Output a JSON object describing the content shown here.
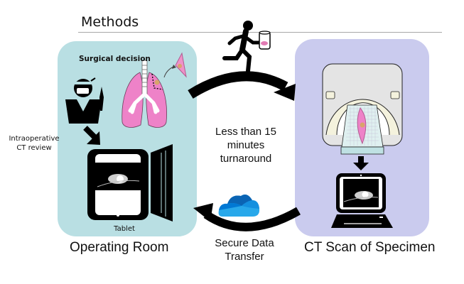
{
  "header": {
    "title": "Methods"
  },
  "operating_room": {
    "panel_label": "Operating Room",
    "surgical_decision_label": "Surgical decision",
    "review_label_line1": "Intraoperative",
    "review_label_line2": "CT review",
    "device_label": "Tablet",
    "panel_color": "#b9dfe3"
  },
  "ct_scan": {
    "panel_label": "CT Scan of Specimen",
    "panel_color": "#cacbee"
  },
  "turnaround": {
    "line1": "Less than 15",
    "line2": "minutes",
    "line3": "turnaround"
  },
  "transfer": {
    "line1": "Secure Data",
    "line2": "Transfer",
    "cloud_colors": [
      "#0a64b4",
      "#1490df",
      "#28a8ea",
      "#0078d4"
    ]
  },
  "icons": {
    "surgeon": "surgeon-icon",
    "lungs": "lungs-icon",
    "specimen": "specimen-icon",
    "runner": "runner-with-jar-icon",
    "ct_scanner": "ct-scanner-icon",
    "computer": "computer-monitor-icon",
    "tablet": "tablet-icon",
    "cloud": "cloud-icon"
  }
}
